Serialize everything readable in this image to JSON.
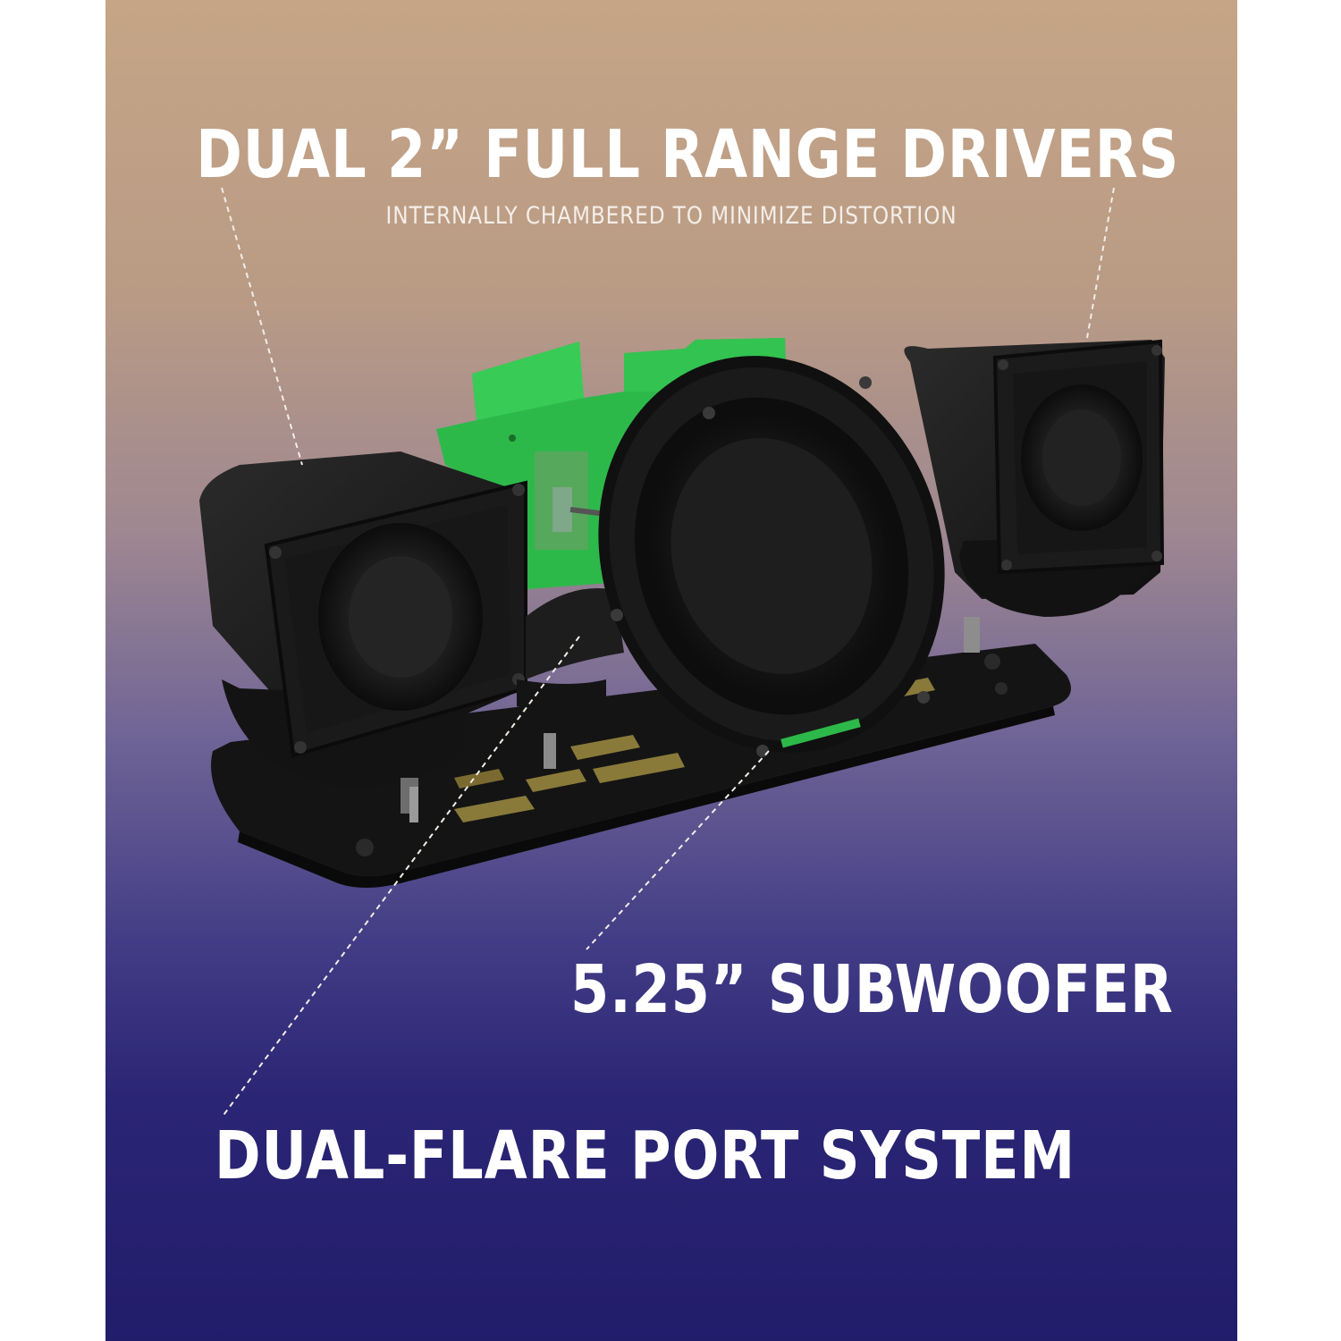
{
  "callouts": {
    "drivers_title": "DUAL 2” FULL RANGE DRIVERS",
    "drivers_subtitle": "INTERNALLY CHAMBERED TO MINIMIZE DISTORTION",
    "subwoofer_title": "5.25” SUBWOOFER",
    "port_title": "DUAL-FLARE PORT SYSTEM"
  },
  "colors": {
    "background_top": "#c6a586",
    "background_bottom": "#221d6b",
    "circuit_board": "#2db94a",
    "speaker_body": "#1a1a1a",
    "text": "#ffffff"
  }
}
